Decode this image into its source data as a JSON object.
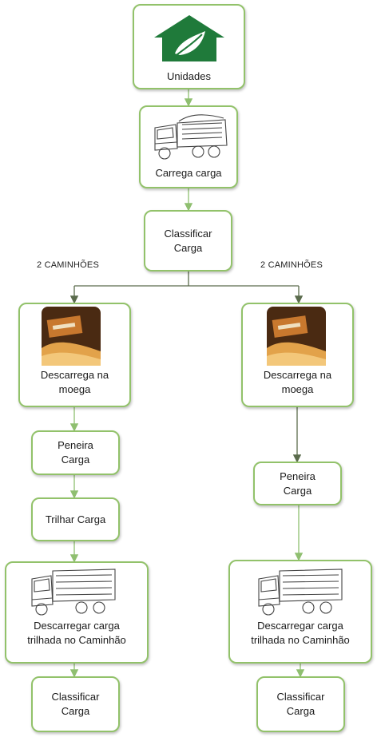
{
  "nodes": {
    "unidades": {
      "label": "Unidades",
      "icon": "house-leaf-logo-icon"
    },
    "carrega": {
      "label": "Carrega carga",
      "icon": "dump-truck-sketch-icon"
    },
    "classificar_top": {
      "label": "Classificar\nCarga"
    },
    "descarrega_left": {
      "label": "Descarrega na\nmoega",
      "icon": "grain-hopper-photo-icon"
    },
    "descarrega_right": {
      "label": "Descarrega na\nmoega",
      "icon": "grain-hopper-photo-icon"
    },
    "peneira_left": {
      "label": "Peneira\nCarga"
    },
    "trilhar_left": {
      "label": "Trilhar Carga"
    },
    "peneira_right": {
      "label": "Peneira\nCarga"
    },
    "descarregar_left": {
      "label": "Descarregar carga\ntrilhada no Caminhão",
      "icon": "dump-truck-sketch-icon"
    },
    "descarregar_right": {
      "label": "Descarregar carga\ntrilhada no Caminhão",
      "icon": "dump-truck-sketch-icon"
    },
    "classificar_left": {
      "label": "Classificar\nCarga"
    },
    "classificar_right": {
      "label": "Classificar\nCarga"
    }
  },
  "branch_labels": {
    "left": "2 CAMINHÕES",
    "right": "2 CAMINHÕES"
  },
  "colors": {
    "node_border": "#92c26a",
    "edge": "#8fbf70",
    "edge_dark": "#5a6b4c",
    "logo": "#1f7a3a"
  }
}
